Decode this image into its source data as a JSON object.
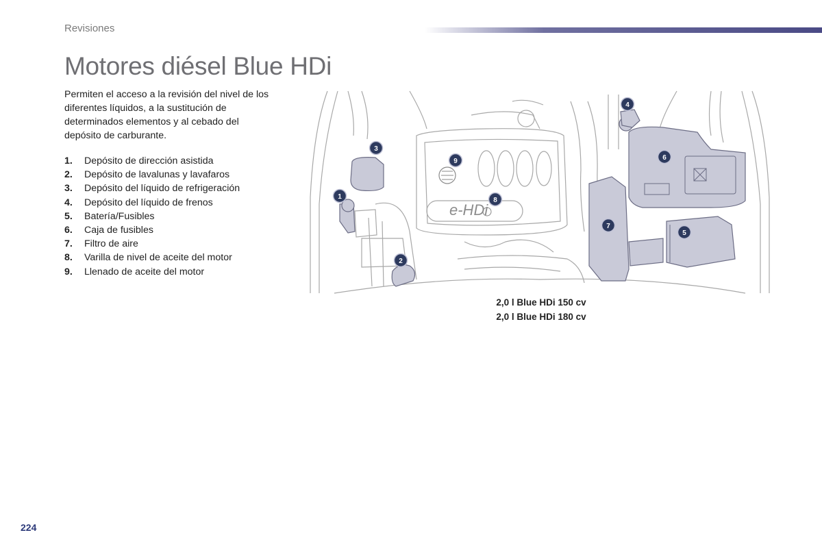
{
  "header": {
    "section": "Revisiones"
  },
  "title": "Motores diésel Blue HDi",
  "intro": "Permiten el acceso a la revisión del nivel de los diferentes líquidos, a la sustitución de determinados elementos y al cebado del depósito de carburante.",
  "items": [
    {
      "num": "1.",
      "label": "Depósito de dirección asistida"
    },
    {
      "num": "2.",
      "label": "Depósito de lavalunas y lavafaros"
    },
    {
      "num": "3.",
      "label": "Depósito del líquido de refrigeración"
    },
    {
      "num": "4.",
      "label": "Depósito del líquido de frenos"
    },
    {
      "num": "5.",
      "label": "Batería/Fusibles"
    },
    {
      "num": "6.",
      "label": "Caja de fusibles"
    },
    {
      "num": "7.",
      "label": "Filtro de aire"
    },
    {
      "num": "8.",
      "label": "Varilla de nivel de aceite del motor"
    },
    {
      "num": "9.",
      "label": "Llenado de aceite del motor"
    }
  ],
  "figure": {
    "engine_badge": "e-HDi",
    "callouts": [
      "1",
      "2",
      "3",
      "4",
      "5",
      "6",
      "7",
      "8",
      "9"
    ],
    "colors": {
      "component_fill": "#c9cad8",
      "badge_fill": "#2d3a5e",
      "outline": "#9a9a9a"
    }
  },
  "caption": [
    "2,0 l Blue HDi 150 cv",
    "2,0 l Blue HDi 180 cv"
  ],
  "page_number": "224"
}
